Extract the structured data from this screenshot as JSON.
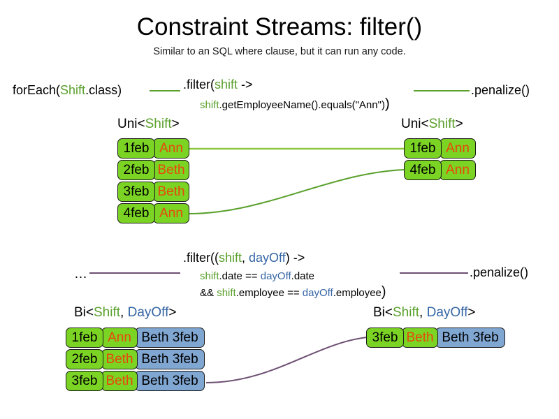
{
  "slide": {
    "title": "Constraint Streams: filter()",
    "subtitle": "Similar to an SQL where clause, but it can run any code."
  },
  "colors": {
    "shift_green": "#7bd424",
    "dayoff_blue": "#80a6d2",
    "name_orange": "#e8470a",
    "keyword_green": "#5aa02c",
    "keyword_blue": "#3465a4",
    "wire_green": "#5aa02c",
    "wire_purple": "#6d4f72",
    "card_border": "#1b1b1b"
  },
  "uni_example": {
    "source_label": {
      "prefix": "forEach(",
      "type": "Shift",
      "suffix": ".class)"
    },
    "filter": {
      "line1_prefix": ".filter(",
      "line1_param": "shift",
      "line1_suffix": " ->",
      "line2_var": "shift",
      "line2_rest": ".getEmployeeName().equals(\"Ann\")",
      "line2_close": ")"
    },
    "terminal_label": ".penalize()",
    "input_stream_label": {
      "prefix": "Uni<",
      "type": "Shift",
      "suffix": ">"
    },
    "output_stream_label": {
      "prefix": "Uni<",
      "type": "Shift",
      "suffix": ">"
    },
    "input_tuples": [
      {
        "date": "1feb",
        "name": "Ann"
      },
      {
        "date": "2feb",
        "name": "Beth"
      },
      {
        "date": "3feb",
        "name": "Beth"
      },
      {
        "date": "4feb",
        "name": "Ann"
      }
    ],
    "output_tuples": [
      {
        "date": "1feb",
        "name": "Ann"
      },
      {
        "date": "4feb",
        "name": "Ann"
      }
    ]
  },
  "bi_example": {
    "source_label": "…",
    "filter": {
      "line1_prefix": ".filter((",
      "line1_param1": "shift",
      "line1_comma": ", ",
      "line1_param2": "dayOff",
      "line1_suffix": ") ->",
      "line2_var1": "shift",
      "line2_mid": ".date == ",
      "line2_var2": "dayOff",
      "line2_end": ".date",
      "line3_and": "&& ",
      "line3_var1": "shift",
      "line3_mid": ".employee == ",
      "line3_var2": "dayOff",
      "line3_end": ".employee",
      "line3_close": ")"
    },
    "terminal_label": ".penalize()",
    "input_stream_label": {
      "prefix": "Bi<",
      "type1": "Shift",
      "comma": ", ",
      "type2": "DayOff",
      "suffix": ">"
    },
    "output_stream_label": {
      "prefix": "Bi<",
      "type1": "Shift",
      "comma": ", ",
      "type2": "DayOff",
      "suffix": ">"
    },
    "input_tuples": [
      {
        "date": "1feb",
        "name": "Ann",
        "dayoff": "Beth 3feb"
      },
      {
        "date": "2feb",
        "name": "Beth",
        "dayoff": "Beth 3feb"
      },
      {
        "date": "3feb",
        "name": "Beth",
        "dayoff": "Beth 3feb"
      }
    ],
    "output_tuples": [
      {
        "date": "3feb",
        "name": "Beth",
        "dayoff": "Beth 3feb"
      }
    ]
  }
}
